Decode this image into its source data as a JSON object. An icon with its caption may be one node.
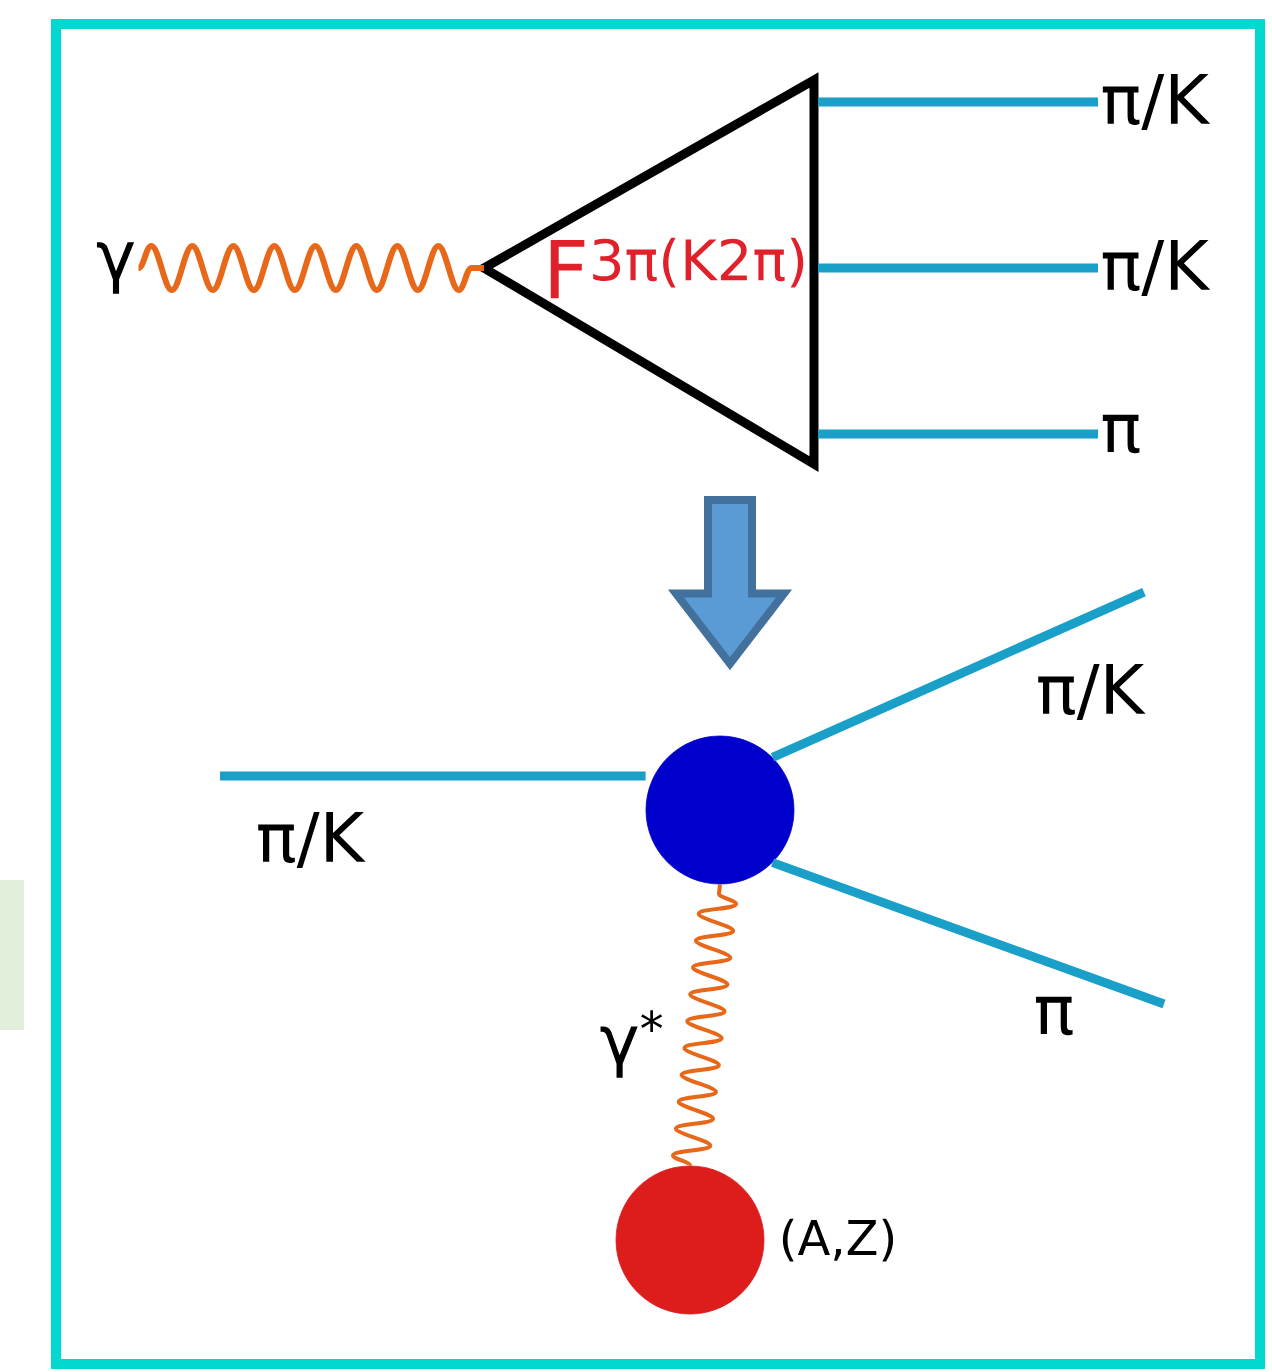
{
  "diagram": {
    "nodes": [
      {
        "text": [
          "γ"
        ]
      },
      {
        "text": [
          "F$^{3π(K2π)}$"
        ]
      },
      {
        "text": [
          "π/K"
        ]
      },
      {
        "text": [
          "π/K"
        ]
      },
      {
        "text": [
          "π"
        ]
      },
      {
        "text": [],
        "shape": "circle"
      },
      {
        "text": [],
        "shape": "circle",
        "beside": [
          "(A,Z)"
        ]
      }
    ],
    "edges": [
      {
        "from": 0,
        "to": 1,
        "arrow": "none",
        "color": "#e8681a"
      },
      {
        "from": 1,
        "to": 2,
        "arrow": "none"
      },
      {
        "from": 1,
        "to": 3,
        "arrow": "none"
      },
      {
        "from": 1,
        "to": 4,
        "arrow": "none"
      },
      {
        "from": 1,
        "to": 5,
        "arrow": "to",
        "style": "thick",
        "color": "#5b9bd5"
      },
      {
        "from": null,
        "to": 5,
        "arrow": "none",
        "label": "π/K"
      },
      {
        "from": 5,
        "to": null,
        "arrow": "none",
        "label": "π/K"
      },
      {
        "from": 5,
        "to": null,
        "arrow": "none",
        "label": "π"
      },
      {
        "from": 6,
        "to": 5,
        "arrow": "none",
        "label": "γ$^{*}$",
        "color": "#e8681a"
      }
    ]
  }
}
